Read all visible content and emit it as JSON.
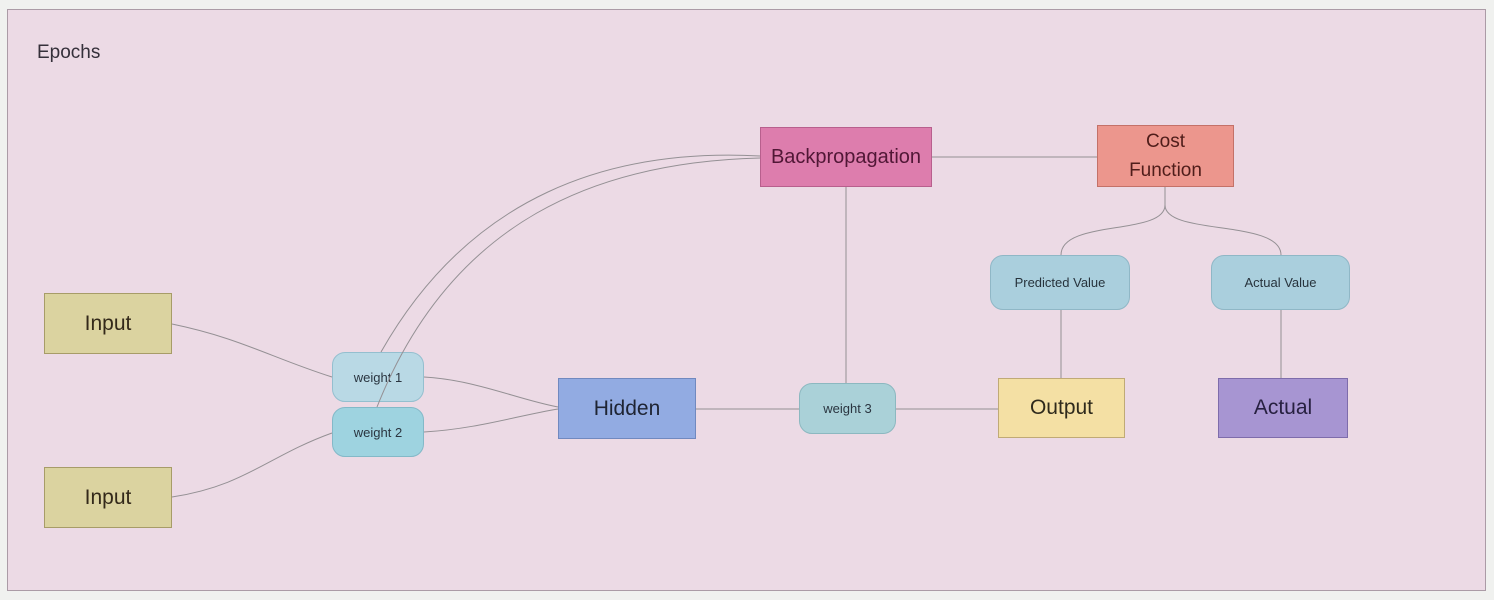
{
  "diagram": {
    "title": "Epochs",
    "colors": {
      "canvas_bg": "#f0f1ef",
      "panel_bg": "#ecdae5",
      "panel_border": "#ab9ba6",
      "wire": "#949094"
    },
    "nodes": {
      "input1": {
        "label": "Input",
        "fill": "#dbd3a0",
        "border": "#a79c68",
        "text": "#33291a"
      },
      "input2": {
        "label": "Input",
        "fill": "#dbd3a0",
        "border": "#a79c68",
        "text": "#33291a"
      },
      "weight1": {
        "label": "weight 1",
        "fill": "#b9d9e5",
        "border": "#94bfcf",
        "text": "#2a3540"
      },
      "weight2": {
        "label": "weight 2",
        "fill": "#9ed3e0",
        "border": "#83b9c8",
        "text": "#2a3540"
      },
      "hidden": {
        "label": "Hidden",
        "fill": "#92abe2",
        "border": "#7189bf",
        "text": "#1e2433"
      },
      "weight3": {
        "label": "weight 3",
        "fill": "#aad1d8",
        "border": "#8cb8c0",
        "text": "#2a3540"
      },
      "output": {
        "label": "Output",
        "fill": "#f4e0a4",
        "border": "#c0aa76",
        "text": "#2e2a1c"
      },
      "backpropagation": {
        "label": "Backpropagation",
        "fill": "#dd7dad",
        "border": "#b85f8d",
        "text": "#511736"
      },
      "cost_function": {
        "label": "Cost Function",
        "fill": "#ec968d",
        "border": "#c47168",
        "text": "#4f1d1a"
      },
      "predicted_value": {
        "label": "Predicted Value",
        "fill": "#aacfdd",
        "border": "#8fb7c6",
        "text": "#27333c"
      },
      "actual_value": {
        "label": "Actual Value",
        "fill": "#aacfdd",
        "border": "#8fb7c6",
        "text": "#27333c"
      },
      "actual": {
        "label": "Actual",
        "fill": "#a795d2",
        "border": "#7e6cab",
        "text": "#272040"
      }
    },
    "edges": [
      {
        "from": "input1",
        "to": "weight1"
      },
      {
        "from": "input2",
        "to": "weight2"
      },
      {
        "from": "weight1",
        "to": "hidden"
      },
      {
        "from": "weight2",
        "to": "hidden"
      },
      {
        "from": "hidden",
        "to": "weight3"
      },
      {
        "from": "weight3",
        "to": "output"
      },
      {
        "from": "backpropagation",
        "to": "weight3"
      },
      {
        "from": "backpropagation",
        "to": "cost_function"
      },
      {
        "from": "backpropagation",
        "to": "weight1"
      },
      {
        "from": "backpropagation",
        "to": "weight2"
      },
      {
        "from": "cost_function",
        "to": "predicted_value"
      },
      {
        "from": "cost_function",
        "to": "actual_value"
      },
      {
        "from": "predicted_value",
        "to": "output"
      },
      {
        "from": "actual_value",
        "to": "actual"
      }
    ]
  }
}
